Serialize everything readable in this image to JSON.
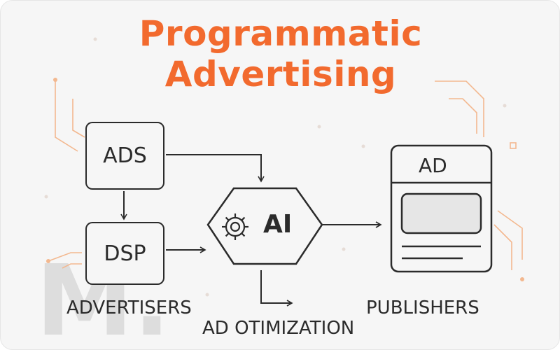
{
  "title": {
    "line1": "Programmatic",
    "line2": "Advertising"
  },
  "nodes": {
    "ads": "ADS",
    "dsp": "DSP",
    "ai": "AI",
    "ad": "AD"
  },
  "labels": {
    "advertisers": "ADVERTISERS",
    "optimization": "AD OTIMIZATION",
    "publishers": "PUBLISHERS"
  },
  "watermark": "M.",
  "colors": {
    "accent": "#f26a2e",
    "stroke": "#2b2b2b",
    "background": "#f6f6f6",
    "circuit": "#f3b88f"
  },
  "icons": {
    "ai_node": "gear-icon",
    "publisher_page": "document-icon"
  }
}
